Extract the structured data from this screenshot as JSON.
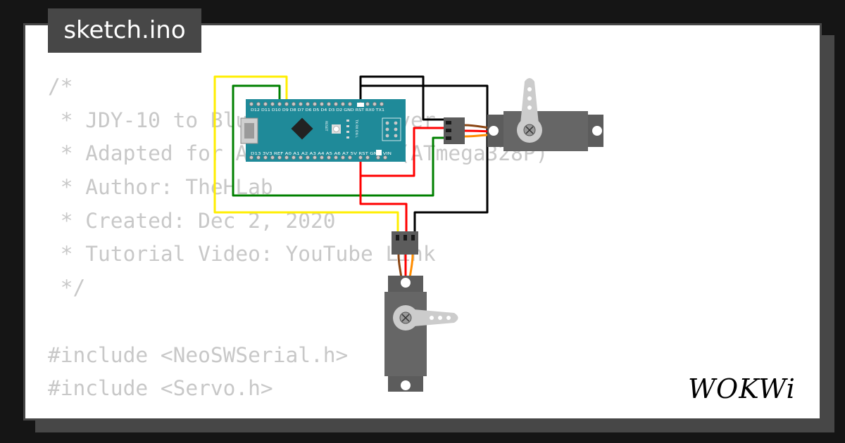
{
  "tab": {
    "filename": "sketch.ino"
  },
  "code": {
    "lines": [
      "/*",
      " * JDY-10 to Bluetooth Receiver",
      " * Adapted for Arduino Nano (ATmega328P)",
      " * Author: TheHLab",
      " * Created: Dec 2, 2020",
      " * Tutorial Video: YouTube Link",
      " */",
      "",
      "#include <NeoSWSerial.h>",
      "#include <Servo.h>"
    ]
  },
  "board": {
    "top_pins": "D12 D11 D10 D9 D8 D7 D6 D5 D4 D3 D2 GND RST RX0 TX1",
    "bottom_pins": "D13 3V3 REF A0 A1 A2 A3 A4 A5 A6 A7 5V RST GND VIN",
    "reset_label": "RESET",
    "led_labels": "TX RX ON L"
  },
  "logo": {
    "text": "WOKWi"
  },
  "colors": {
    "background": "#151515",
    "frame": "#474747",
    "board": "#1f8a99",
    "servo_body": "#5c5c5c",
    "wire_yellow": "#ffee00",
    "wire_green": "#008000",
    "wire_red": "#ff0000",
    "wire_black": "#000000"
  }
}
